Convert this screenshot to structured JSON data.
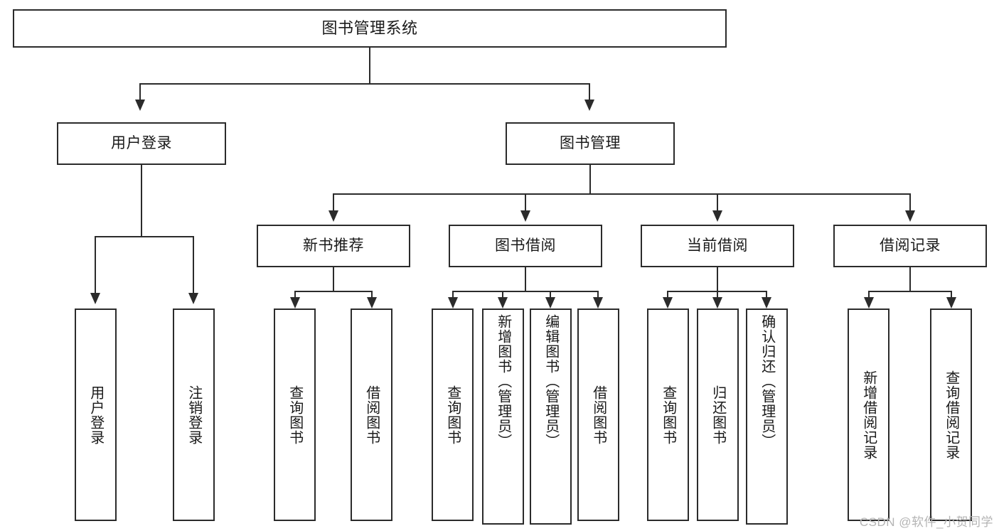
{
  "diagram": {
    "type": "tree-hierarchy",
    "title": "图书管理系统",
    "watermark": "CSDN @软件_小贺同学",
    "colors": {
      "stroke": "#2b2b2b",
      "fill": "#ffffff",
      "text": "#1a1a1a",
      "watermark": "#b4b4b4"
    },
    "levels": 4
  },
  "root": {
    "label": "图书管理系统"
  },
  "level2": [
    {
      "label": "用户登录"
    },
    {
      "label": "图书管理"
    }
  ],
  "level3": [
    {
      "label": "新书推荐"
    },
    {
      "label": "图书借阅"
    },
    {
      "label": "当前借阅"
    },
    {
      "label": "借阅记录"
    }
  ],
  "leaves": {
    "user_login": [
      {
        "label": "用户登录"
      },
      {
        "label": "注销登录"
      }
    ],
    "new_book": [
      {
        "label": "查询图书"
      },
      {
        "label": "借阅图书"
      }
    ],
    "book_borrow": [
      {
        "label": "查询图书"
      },
      {
        "label": "新增图书（管理员）"
      },
      {
        "label": "编辑图书（管理员）"
      },
      {
        "label": "借阅图书"
      }
    ],
    "current_borrow": [
      {
        "label": "查询图书"
      },
      {
        "label": "归还图书"
      },
      {
        "label": "确认归还（管理员）"
      }
    ],
    "borrow_record": [
      {
        "label": "新增借阅记录"
      },
      {
        "label": "查询借阅记录"
      }
    ]
  }
}
